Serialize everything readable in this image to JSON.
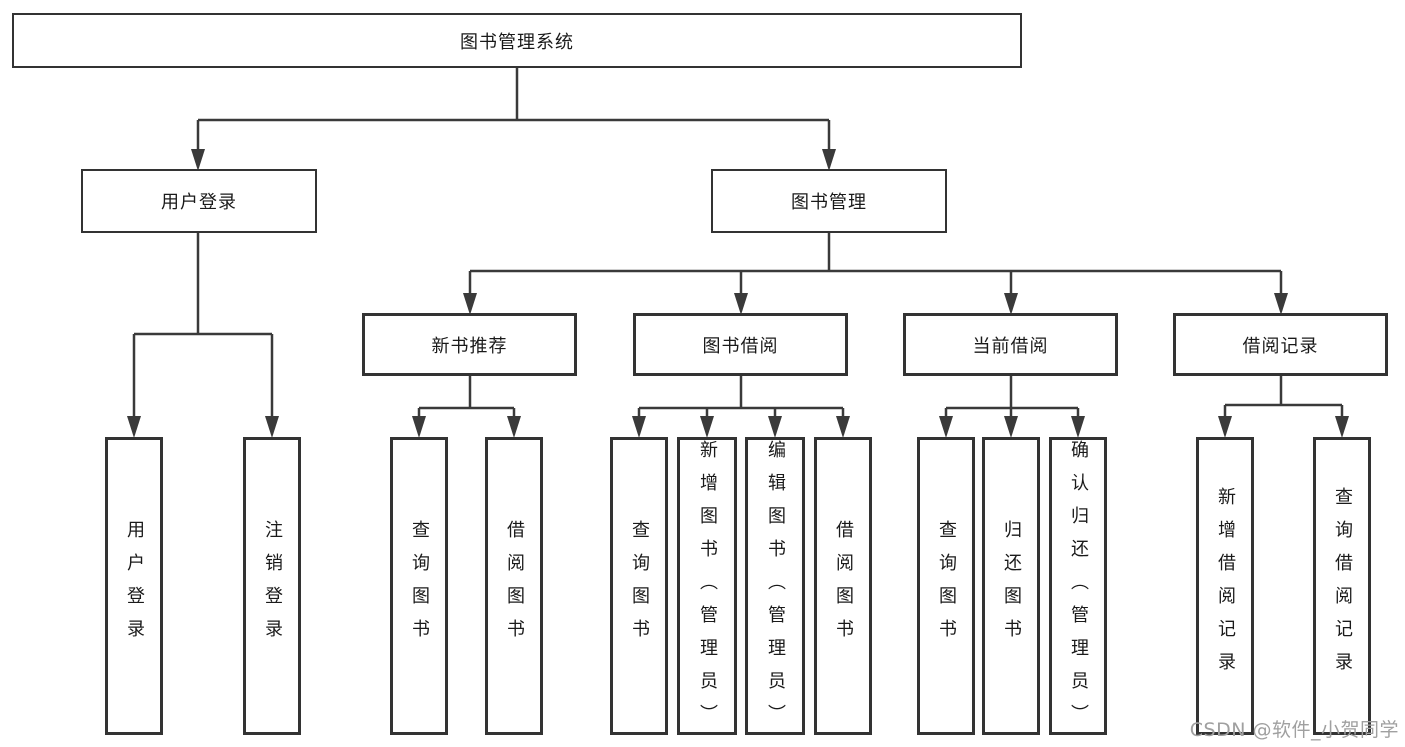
{
  "colors": {
    "line": "#3a3a3a",
    "box_border": "#333333",
    "text": "#1a1a1a",
    "background": "#ffffff",
    "watermark": "#a0a0a0"
  },
  "tree": {
    "label": "图书管理系统",
    "children": [
      {
        "label": "用户登录",
        "children": [
          {
            "label": "用户登录"
          },
          {
            "label": "注销登录"
          }
        ]
      },
      {
        "label": "图书管理",
        "children": [
          {
            "label": "新书推荐",
            "children": [
              {
                "label": "查询图书"
              },
              {
                "label": "借阅图书"
              }
            ]
          },
          {
            "label": "图书借阅",
            "children": [
              {
                "label": "查询图书"
              },
              {
                "label": "新增图书（管理员）"
              },
              {
                "label": "编辑图书（管理员）"
              },
              {
                "label": "借阅图书"
              }
            ]
          },
          {
            "label": "当前借阅",
            "children": [
              {
                "label": "查询图书"
              },
              {
                "label": "归还图书"
              },
              {
                "label": "确认归还（管理员）"
              }
            ]
          },
          {
            "label": "借阅记录",
            "children": [
              {
                "label": "新增借阅记录"
              },
              {
                "label": "查询借阅记录"
              }
            ]
          }
        ]
      }
    ]
  },
  "watermark": {
    "text": "CSDN @软件_小贺同学"
  }
}
